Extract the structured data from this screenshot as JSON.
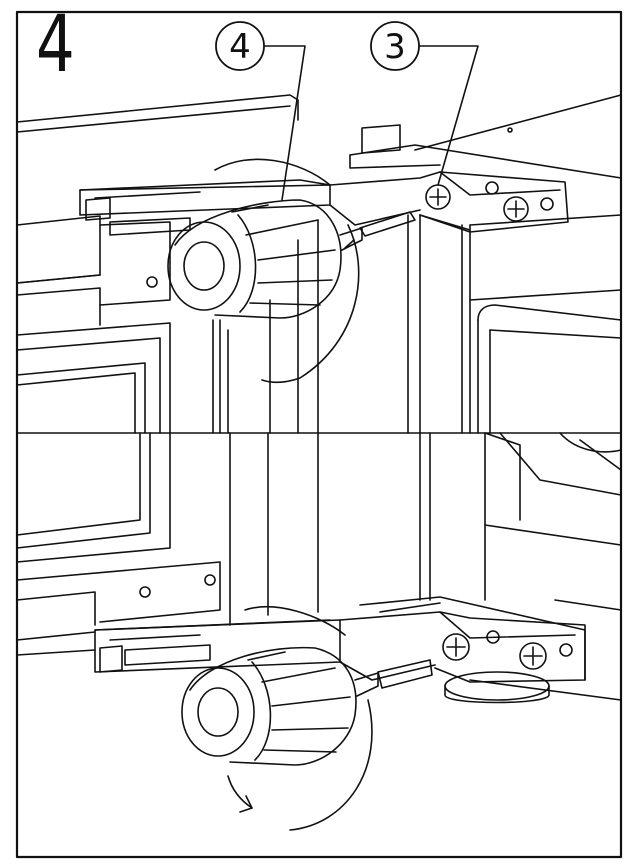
{
  "step": {
    "number": "4"
  },
  "callouts": [
    {
      "id": "callout-4",
      "label": "4"
    },
    {
      "id": "callout-3",
      "label": "3"
    }
  ],
  "icons": [
    "knob-icon",
    "screw-icon",
    "rotation-arrow-icon",
    "leveling-foot-icon"
  ],
  "colors": {
    "line": "#111111",
    "background": "#ffffff"
  }
}
